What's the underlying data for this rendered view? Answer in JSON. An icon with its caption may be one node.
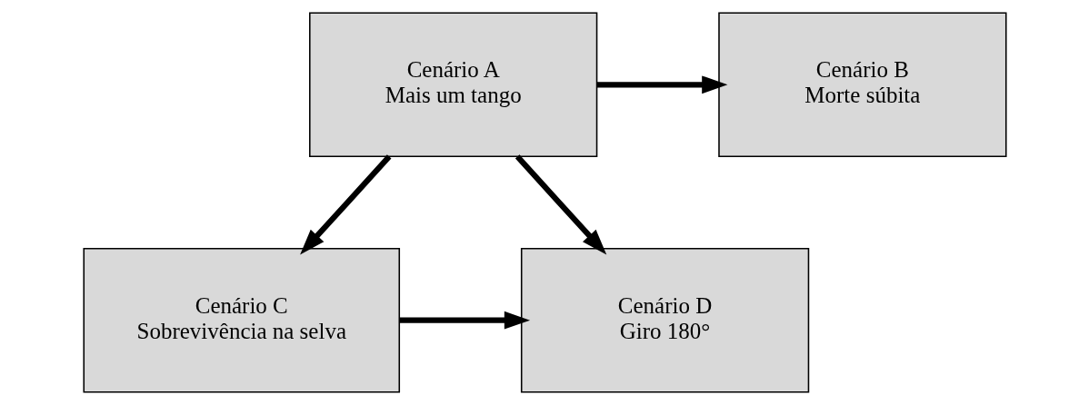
{
  "diagram": {
    "nodes": [
      {
        "text": [
          "Cenário A",
          "Mais um tango"
        ]
      },
      {
        "text": [
          "Cenário B",
          "Morte súbita"
        ]
      },
      {
        "text": [
          "Cenário C",
          "Sobrevivência na selva"
        ]
      },
      {
        "text": [
          "Cenário D",
          "Giro 180°"
        ]
      }
    ],
    "edges": [
      {
        "from": 0,
        "to": 1,
        "arrow": "to"
      },
      {
        "from": 0,
        "to": 2,
        "arrow": "to"
      },
      {
        "from": 0,
        "to": 3,
        "arrow": "to"
      },
      {
        "from": 2,
        "to": 3,
        "arrow": "to"
      }
    ]
  }
}
